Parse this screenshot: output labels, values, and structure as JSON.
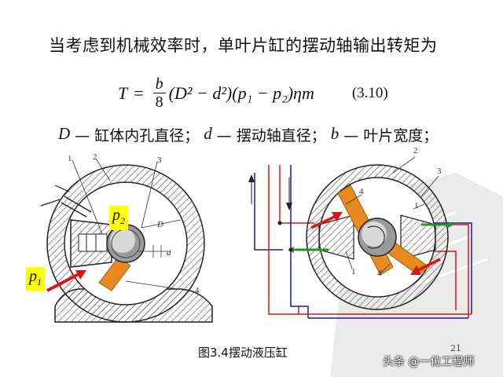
{
  "intro_text": "当考虑到机械效率时，单叶片缸的摆动轴输出转矩为",
  "formula": {
    "lhs": "T",
    "eq": "=",
    "frac_num": "b",
    "frac_den": "8",
    "rhs": "(D² − d²)(p₁ − p₂)ηm",
    "number": "(3.10)"
  },
  "definitions": {
    "d1_sym": "D",
    "d1_desc": "— 缸体内孔直径；",
    "d2_sym": "d",
    "d2_desc": "— 摆动轴直径；",
    "d3_sym": "b",
    "d3_desc": "— 叶片宽度；"
  },
  "left_diagram": {
    "label_1": "1",
    "label_2": "2",
    "label_3": "3",
    "label_4": "4",
    "label_D": "D",
    "label_d": "d",
    "p1_base": "p",
    "p1_sub": "1",
    "p2_base": "p",
    "p2_sub": "2"
  },
  "right_diagram": {
    "label_2": "2",
    "label_3": "3",
    "label_4a": "4",
    "label_4b": "4",
    "label_1a": "1",
    "label_1b": "1"
  },
  "caption": "图3.4摆动液压缸",
  "page_number": "21",
  "brand": "头条 @一位工程师",
  "colors": {
    "vane": "#e88a1f",
    "red_line": "#d81818",
    "blue_line": "#1a1aa0",
    "green_arrow": "#1c9a1c",
    "highlight": "#ffff00"
  }
}
